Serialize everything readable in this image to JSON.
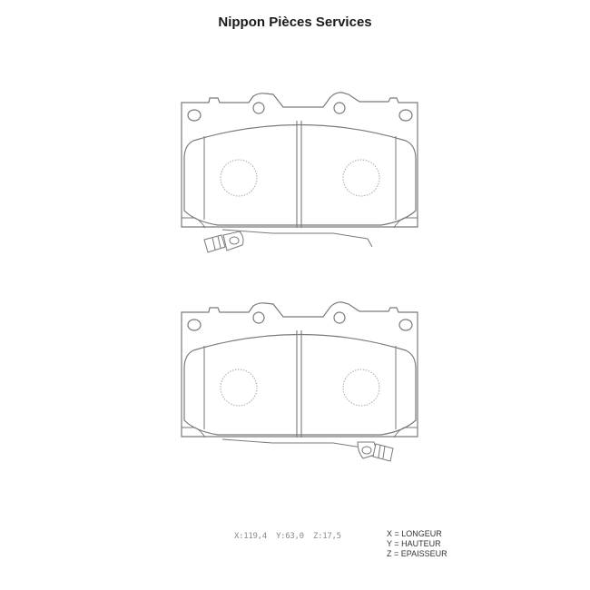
{
  "header": {
    "title": "Nippon Pièces Services"
  },
  "drawing": {
    "stroke_color": "#7a7a7a",
    "dotted_color": "#a8a8a8",
    "views": [
      {
        "name": "brake-pad-top",
        "sensor_side": "left"
      },
      {
        "name": "brake-pad-bottom",
        "sensor_side": "right"
      }
    ]
  },
  "dimensions": {
    "text": "X:119,4  Y:63,0  Z:17,5",
    "x": "119,4",
    "y": "63,0",
    "z": "17,5"
  },
  "legend": {
    "items": [
      {
        "label": "X = LONGEUR"
      },
      {
        "label": "Y = HAUTEUR"
      },
      {
        "label": "Z = EPAISSEUR"
      }
    ]
  }
}
